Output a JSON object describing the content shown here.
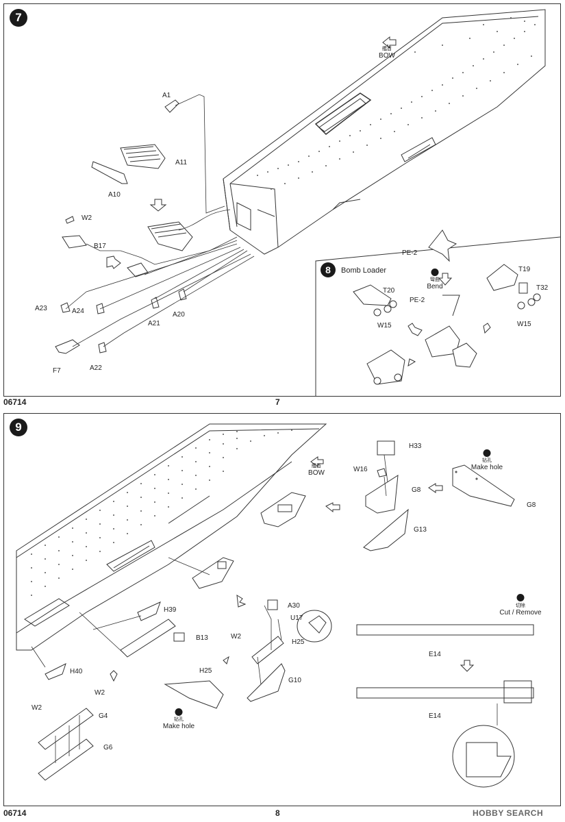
{
  "page7": {
    "step_number": "7",
    "catalog_number": "06714",
    "page_number": "7",
    "bow": {
      "cn": "艦首",
      "en": "BOW"
    },
    "parts": {
      "A1": "A1",
      "A11": "A11",
      "A10": "A10",
      "W2": "W2",
      "B17": "B17",
      "A23": "A23",
      "A24": "A24",
      "A21": "A21",
      "A20": "A20",
      "F7": "F7",
      "A22": "A22"
    }
  },
  "step8": {
    "step_number": "8",
    "title": "Bomb Loader",
    "bend": {
      "cn": "彎曲",
      "en": "Bend"
    },
    "parts": {
      "PE2a": "PE-2",
      "PE2b": "PE-2",
      "T20": "T20",
      "W15a": "W15",
      "T19": "T19",
      "T32": "T32",
      "W15b": "W15"
    }
  },
  "page8": {
    "step_number": "9",
    "catalog_number": "06714",
    "page_number": "8",
    "bow": {
      "cn": "艦首",
      "en": "BOW"
    },
    "make_hole": {
      "cn": "钻孔",
      "en": "Make hole"
    },
    "cut_remove": {
      "cn": "切除",
      "en": "Cut / Remove"
    },
    "parts": {
      "H33": "H33",
      "W16": "W16",
      "G8a": "G8",
      "G8b": "G8",
      "G13": "G13",
      "H39": "H39",
      "B13": "B13",
      "A30": "A30",
      "U17": "U17",
      "W2a": "W2",
      "H25a": "H25",
      "H25b": "H25",
      "G10": "G10",
      "H40": "H40",
      "W2b": "W2",
      "W2c": "W2",
      "G4": "G4",
      "G6": "G6",
      "E14a": "E14",
      "E14b": "E14"
    }
  },
  "watermark": "HOBBY SEARCH",
  "colors": {
    "ink": "#222222",
    "panel_border": "#333333",
    "badge": "#1a1a1a"
  }
}
